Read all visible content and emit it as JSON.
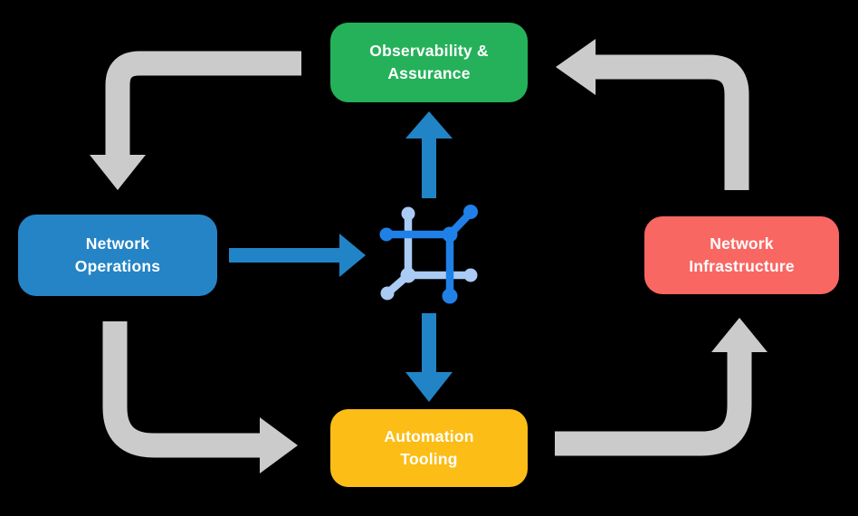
{
  "diagram": {
    "background_color": "#000000",
    "text_color": "#ffffff",
    "arrow_colors": {
      "cycle": "#CBCBCB",
      "flow": "#2184C6"
    },
    "nodes": [
      {
        "id": "observability-assurance",
        "lines": [
          "Observability &",
          "Assurance"
        ],
        "color": "#25B15A"
      },
      {
        "id": "network-operations",
        "lines": [
          "Network",
          "Operations"
        ],
        "color": "#2484C6"
      },
      {
        "id": "network-infrastructure",
        "lines": [
          "Network",
          "Infrastructure"
        ],
        "color": "#F96763"
      },
      {
        "id": "automation-tooling",
        "lines": [
          "Automation",
          "Tooling"
        ],
        "color": "#FBBD16"
      }
    ],
    "center_icon": {
      "name": "network-mesh-icon",
      "primary_color": "#1F80E8",
      "secondary_color": "#A9CBF4"
    }
  }
}
